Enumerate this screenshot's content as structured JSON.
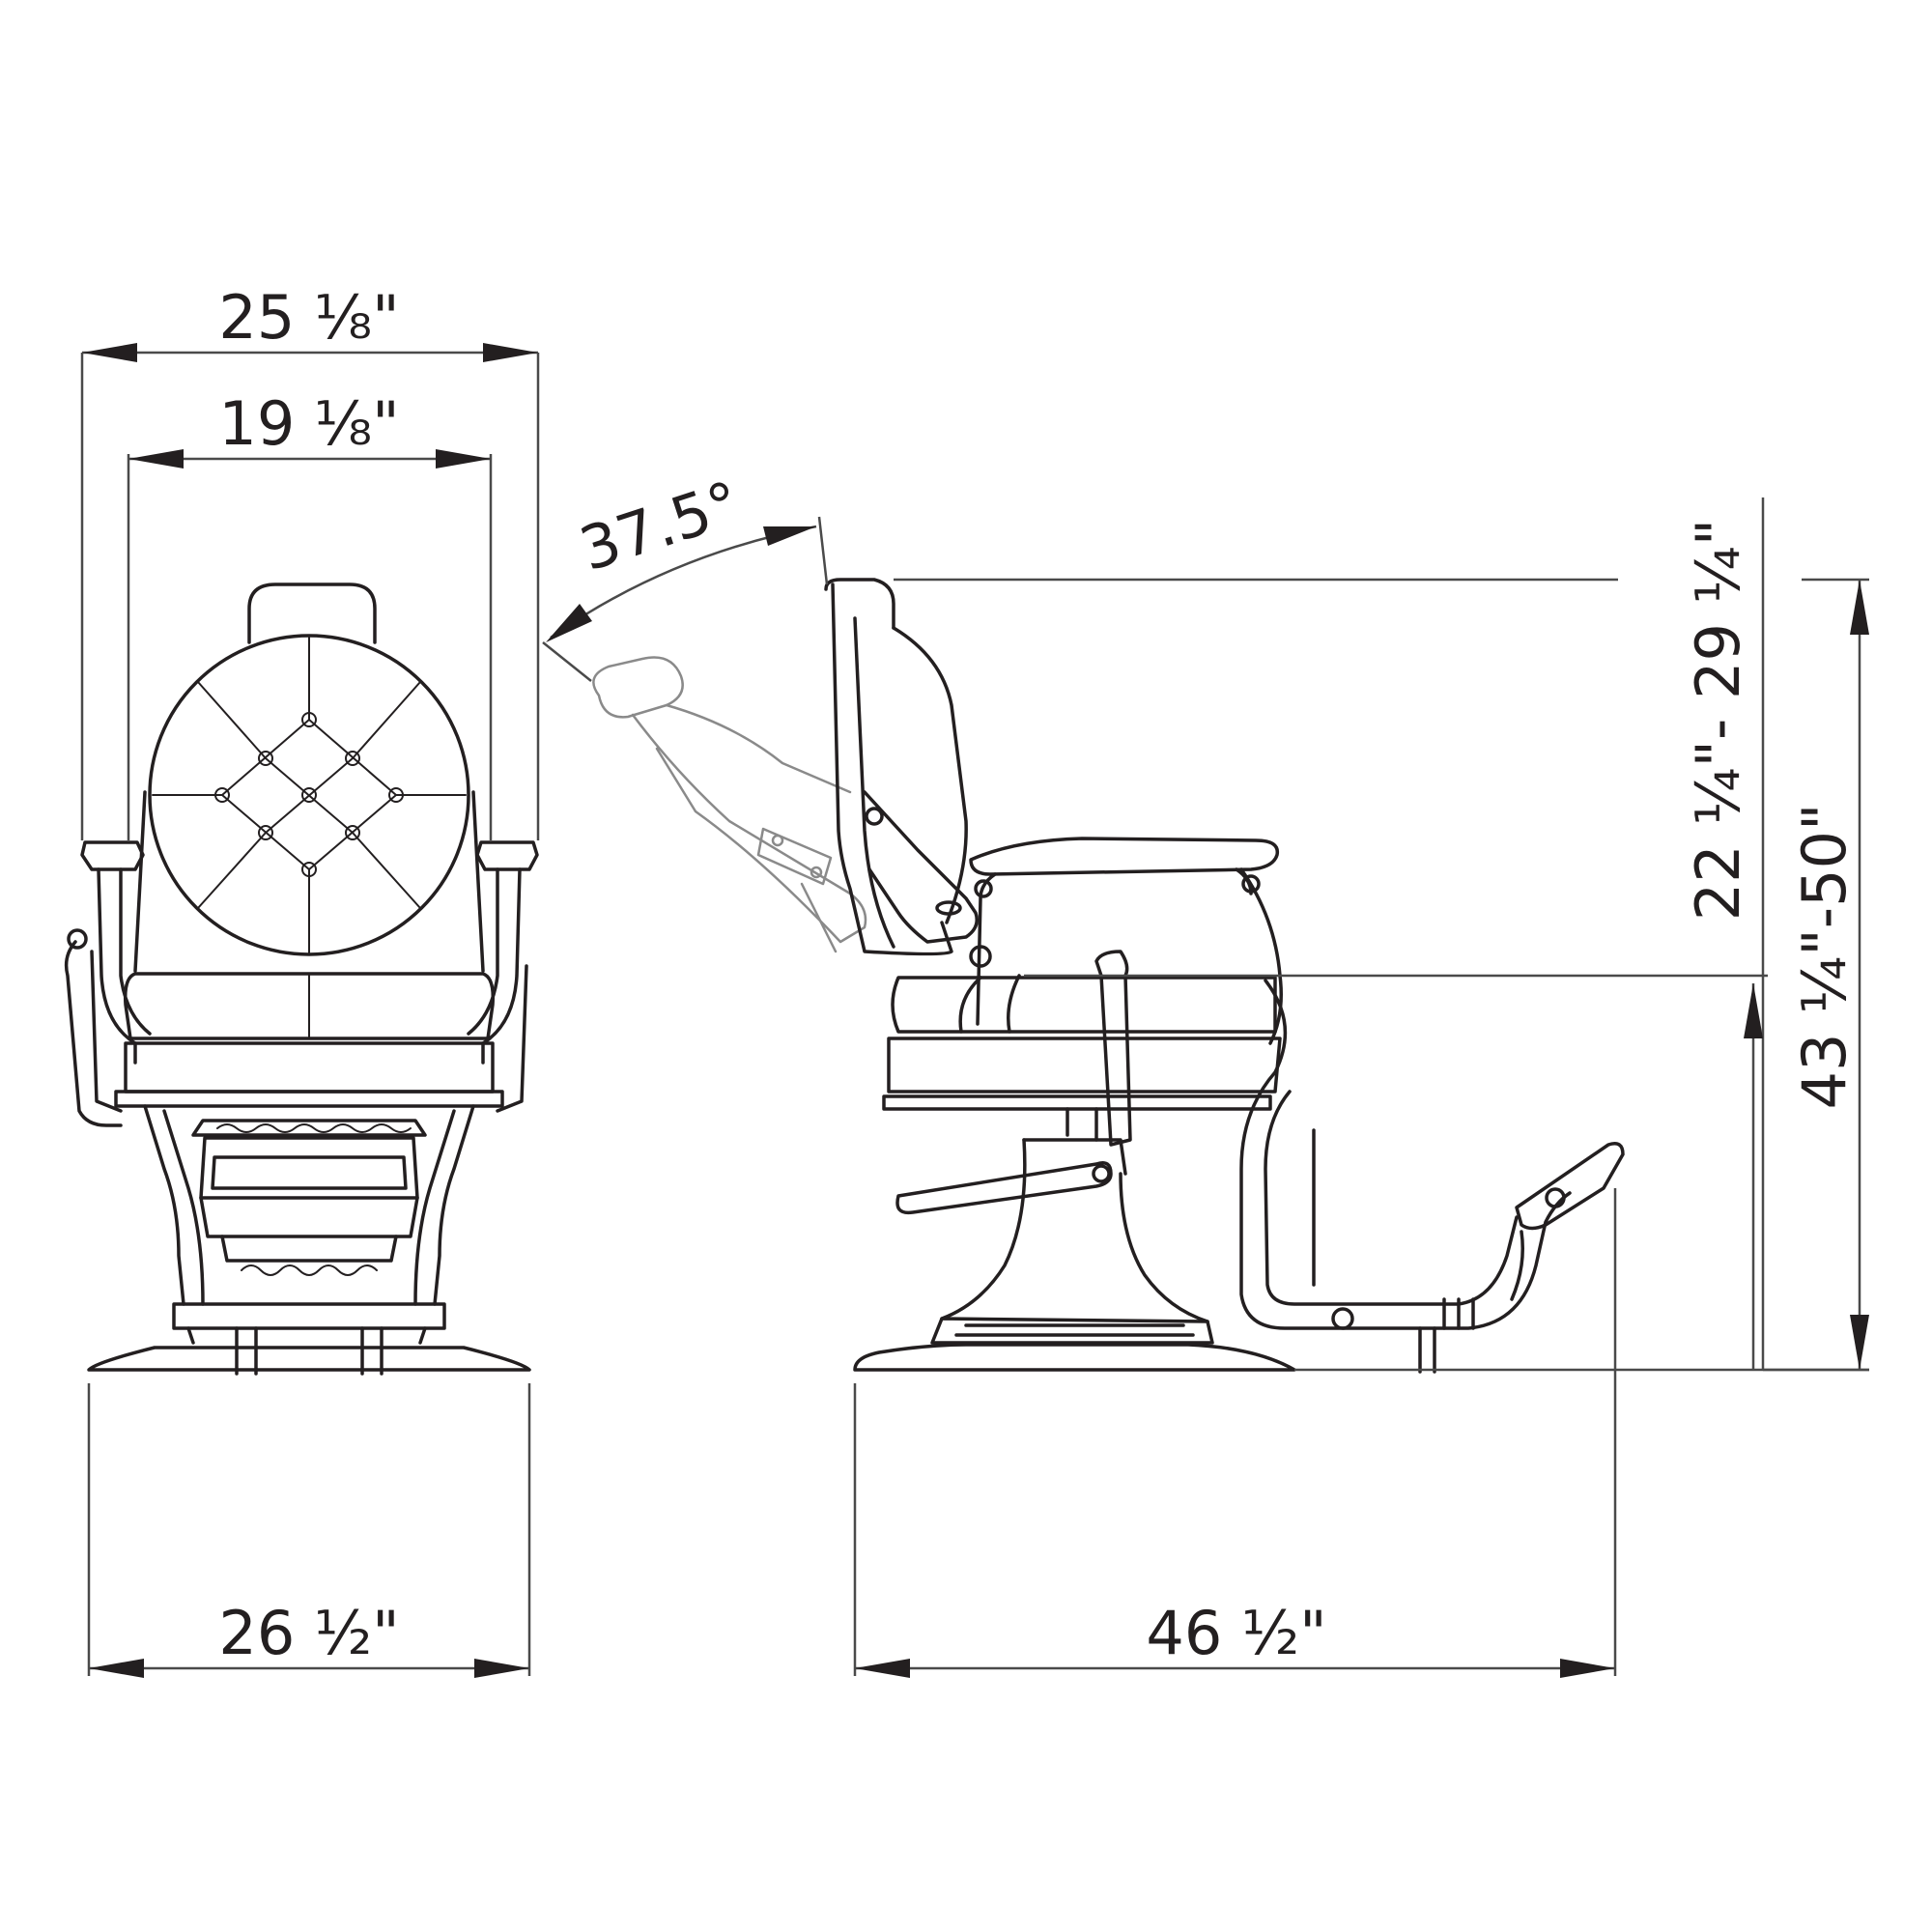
{
  "dimensions": {
    "overall_width_front": "25 ⅛\"",
    "inner_width_front": "19 ⅛\"",
    "recline_angle": "37.5°",
    "back_height_range": "22 ¼\"- 29 ¼\"",
    "overall_height_range": "43 ¼\"-50\"",
    "base_width_front": "26 ½\"",
    "overall_length_side": "46 ½\""
  },
  "colors": {
    "line": "#231f20",
    "ghost_line": "#8a8a8a",
    "dimension_line": "#4a4a4a"
  }
}
